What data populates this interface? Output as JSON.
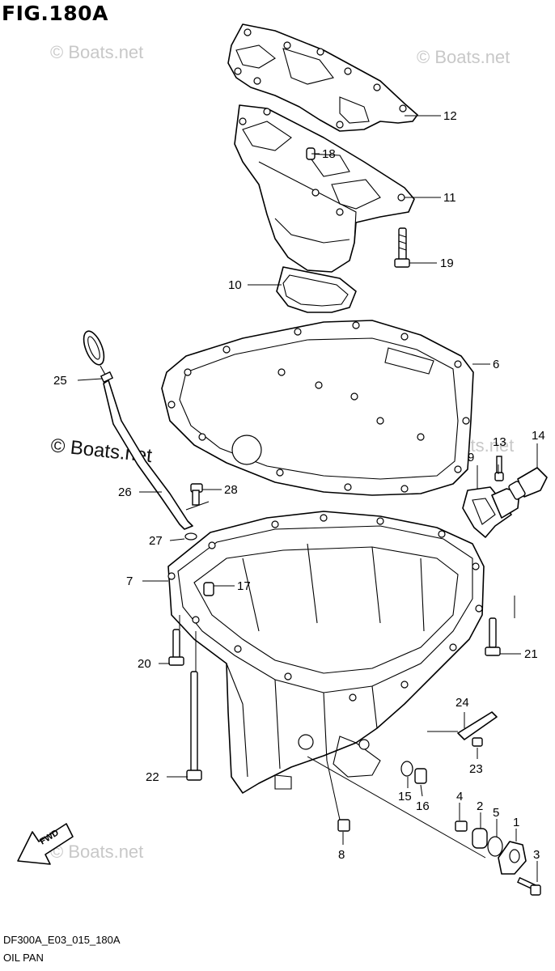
{
  "figure": {
    "title": "FIG.180A"
  },
  "watermarks": [
    "© Boats.net",
    "© Boats.net",
    "© Boats.net",
    "© Boats.net",
    "© Boats.net"
  ],
  "fwd_label": "FWD",
  "footer": {
    "code": "DF300A_E03_015_180A",
    "name": "OIL PAN"
  },
  "parts": [
    {
      "id": "12",
      "label": "12"
    },
    {
      "id": "18",
      "label": "18"
    },
    {
      "id": "11",
      "label": "11"
    },
    {
      "id": "19",
      "label": "19"
    },
    {
      "id": "10",
      "label": "10"
    },
    {
      "id": "6",
      "label": "6"
    },
    {
      "id": "25",
      "label": "25"
    },
    {
      "id": "13",
      "label": "13"
    },
    {
      "id": "14",
      "label": "14"
    },
    {
      "id": "9",
      "label": "9"
    },
    {
      "id": "26",
      "label": "26"
    },
    {
      "id": "28",
      "label": "28"
    },
    {
      "id": "27",
      "label": "27"
    },
    {
      "id": "7",
      "label": "7"
    },
    {
      "id": "17",
      "label": "17"
    },
    {
      "id": "20",
      "label": "20"
    },
    {
      "id": "21",
      "label": "21"
    },
    {
      "id": "24",
      "label": "24"
    },
    {
      "id": "23",
      "label": "23"
    },
    {
      "id": "22",
      "label": "22"
    },
    {
      "id": "15",
      "label": "15"
    },
    {
      "id": "16",
      "label": "16"
    },
    {
      "id": "4",
      "label": "4"
    },
    {
      "id": "2",
      "label": "2"
    },
    {
      "id": "5",
      "label": "5"
    },
    {
      "id": "1",
      "label": "1"
    },
    {
      "id": "3",
      "label": "3"
    },
    {
      "id": "8",
      "label": "8"
    }
  ]
}
